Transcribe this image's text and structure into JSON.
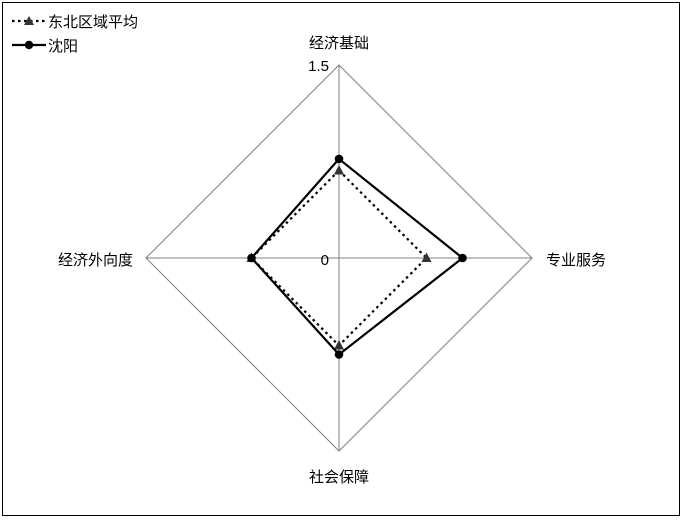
{
  "chart_data": {
    "type": "radar",
    "title": "",
    "axes": [
      "经济基础",
      "专业服务",
      "社会保障",
      "经济外向度"
    ],
    "range": [
      0,
      1.5
    ],
    "tick_labels": [
      "0",
      "1.5"
    ],
    "series": [
      {
        "name": "东北区域平均",
        "values": [
          0.68,
          0.68,
          0.68,
          0.68
        ],
        "line_style": "dotted",
        "marker": "triangle",
        "color": "#000000"
      },
      {
        "name": "沈阳",
        "values": [
          0.77,
          0.96,
          0.75,
          0.68
        ],
        "line_style": "solid",
        "marker": "circle",
        "color": "#000000"
      }
    ],
    "legend_position": "top-left",
    "grid_color": "#808080"
  }
}
